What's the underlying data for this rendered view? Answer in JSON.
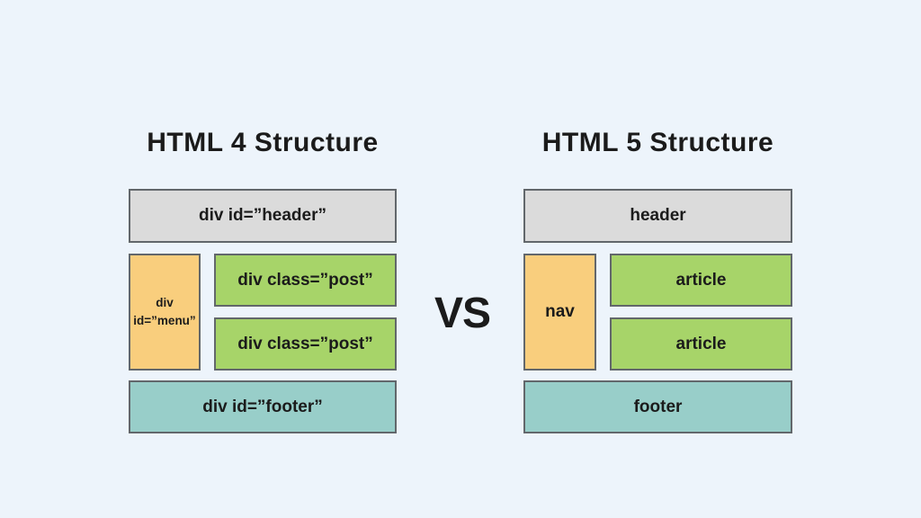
{
  "vs_label": "VS",
  "colors": {
    "background": "#EDF4FB",
    "header_fill": "#DBDBDB",
    "sidebar_fill": "#F9CE7D",
    "post_fill": "#A7D469",
    "footer_fill": "#98CEC9",
    "border": "#62676B",
    "text": "#1B1B1B"
  },
  "diagrams": [
    {
      "title": "HTML 4 Structure",
      "header": "div id=”header”",
      "sidebar": "div\nid=”menu”",
      "posts": [
        "div class=”post”",
        "div class=”post”"
      ],
      "footer": "div id=”footer”"
    },
    {
      "title": "HTML 5 Structure",
      "header": "header",
      "sidebar": "nav",
      "posts": [
        "article",
        "article"
      ],
      "footer": "footer"
    }
  ]
}
